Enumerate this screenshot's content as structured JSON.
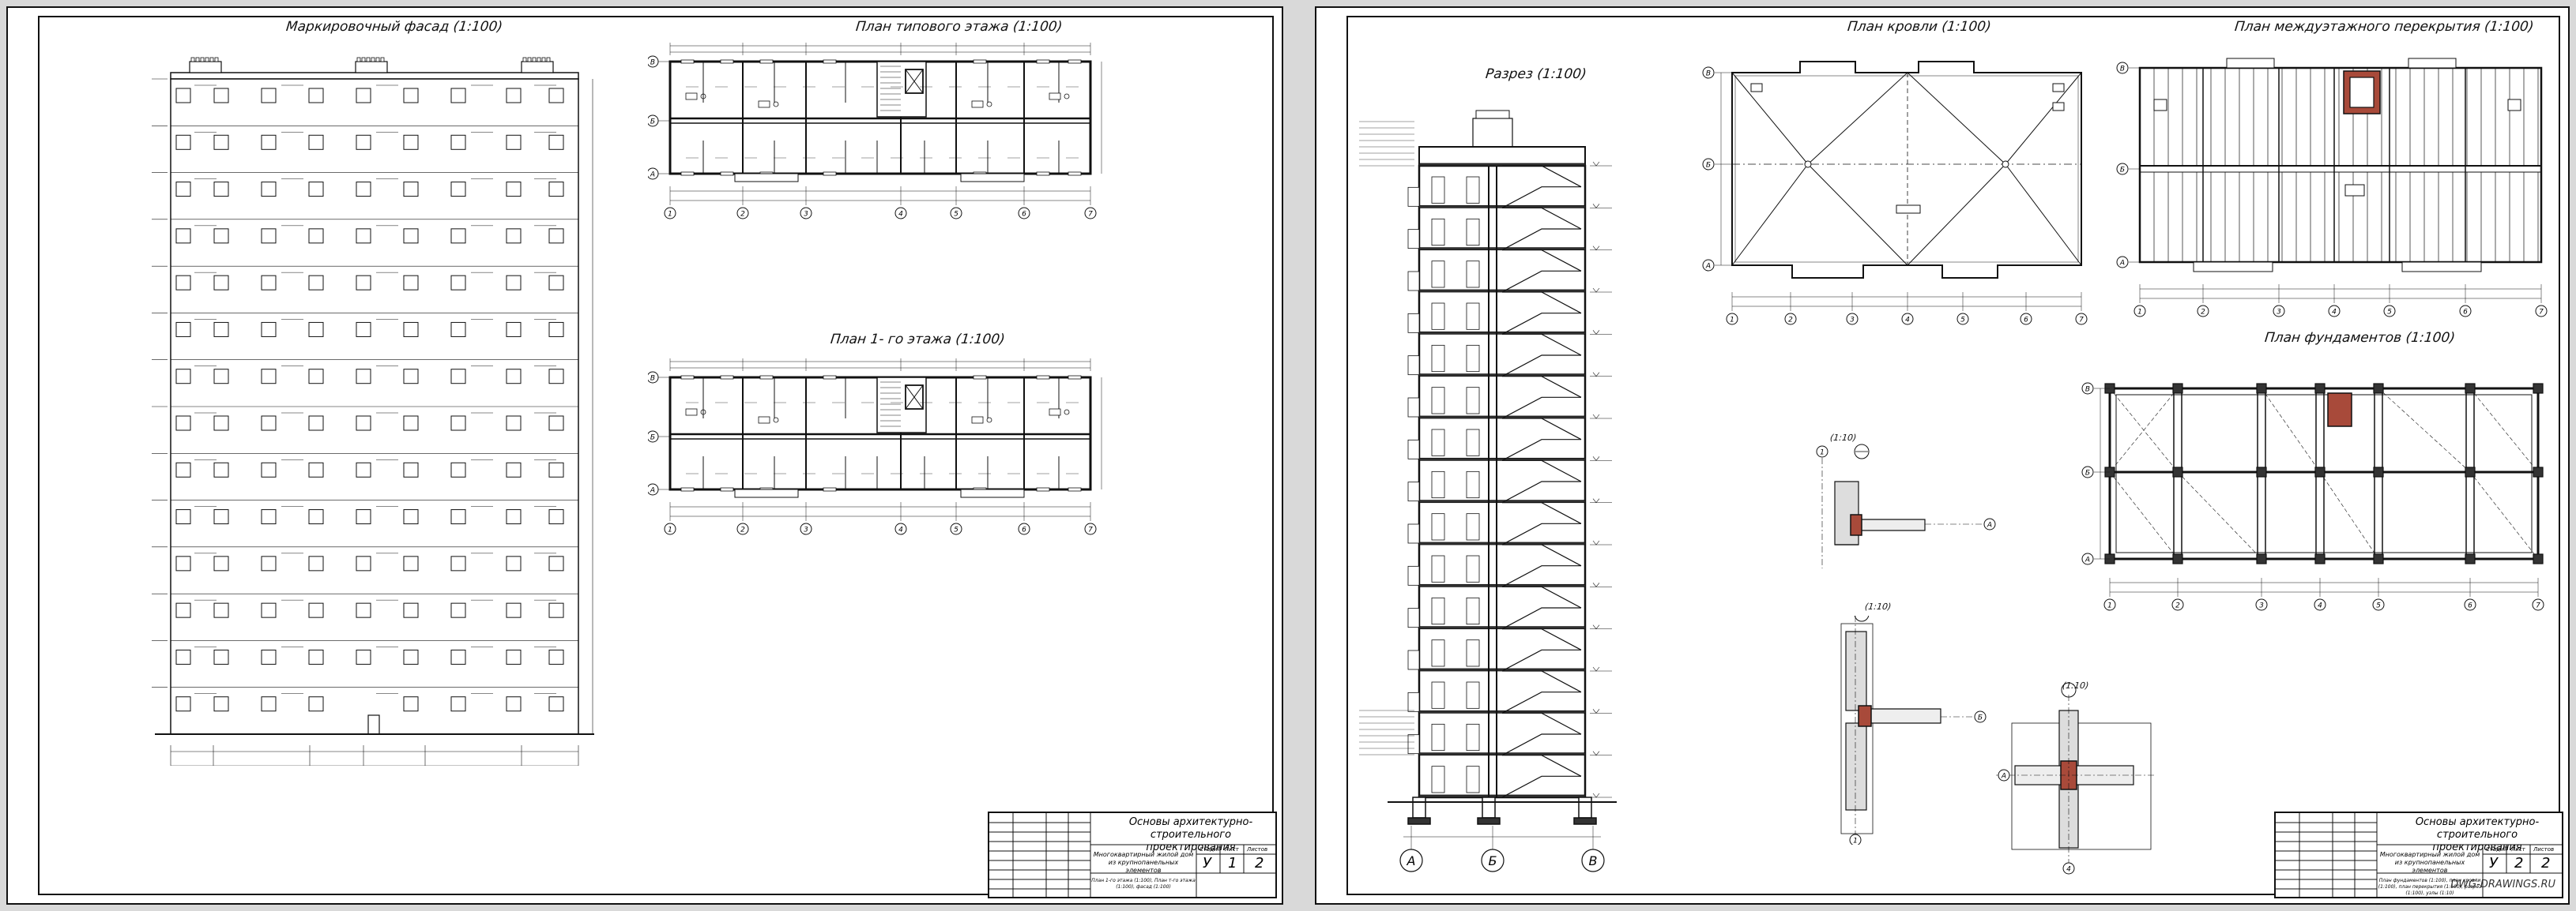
{
  "sheets": [
    {
      "titles": {
        "facade": "Маркировочный фасад (1:100)",
        "typical_plan": "План типового этажа (1:100)",
        "first_plan": "План 1- го этажа (1:100)"
      },
      "stamp": {
        "org": "Основы архитектурно- строительного проектирования",
        "project": "Многоквартирный жилой дом из крупнопанельных элементов",
        "contents": "План 1-го этажа (1:100), План т-го этажа (1:100), фасад (1:100)",
        "stage_header": "Стадия",
        "sheet_header": "Лист",
        "sheets_header": "Листов",
        "stage": "У",
        "sheet": "1",
        "sheets": "2"
      }
    },
    {
      "titles": {
        "section": "Разрез (1:100)",
        "roof": "План кровли (1:100)",
        "floor_slab": "План междуэтажного перекрытия (1:100)",
        "foundation": "План фундаментов (1:100)"
      },
      "details": [
        "(1:10)",
        "(1:10)",
        "(1:10)"
      ],
      "stamp": {
        "org": "Основы архитектурно- строительного проектирования",
        "project": "Многоквартирный жилой дом из крупнопанельных элементов",
        "contents": "План фундаментов (1:100), план кровли (1:100), план перекрытия (1:100), разрез (1:100), узлы (1:10)",
        "stage_header": "Стадия",
        "sheet_header": "Лист",
        "sheets_header": "Листов",
        "stage": "У",
        "sheet": "2",
        "sheets": "2"
      }
    }
  ],
  "axes": {
    "numeric": [
      "1",
      "2",
      "3",
      "4",
      "5",
      "6",
      "7"
    ],
    "letters": [
      "А",
      "Б",
      "В"
    ]
  },
  "watermark": "DWG-DRAWINGS.RU"
}
